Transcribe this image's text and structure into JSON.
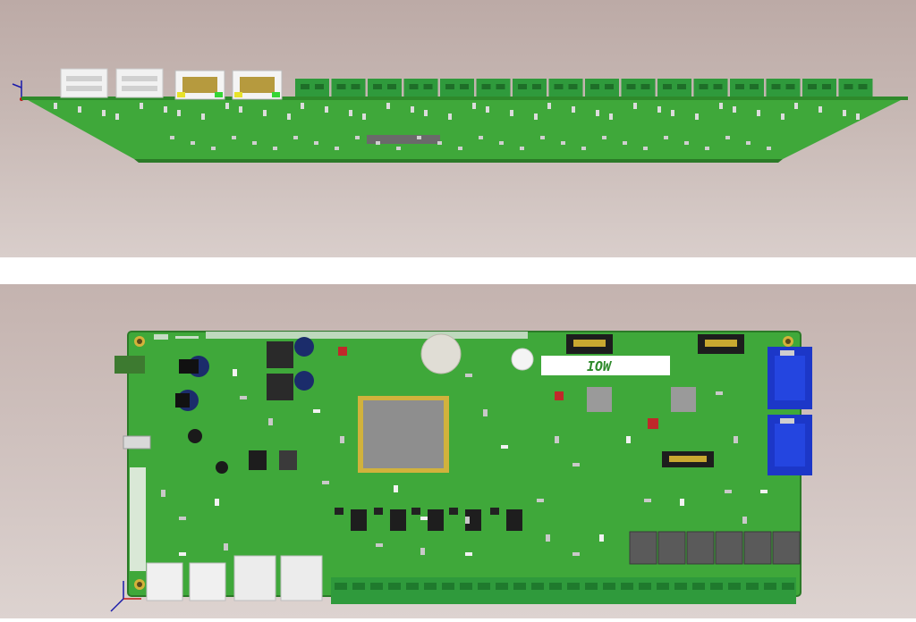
{
  "views": [
    {
      "name": "side-elevation-view",
      "label": ""
    },
    {
      "name": "top-plan-view",
      "label": ""
    }
  ],
  "board": {
    "silkscreen_marking": "IOW",
    "colors": {
      "pcb": "#3fa83a",
      "pcb_dark": "#2e8a2b",
      "pcb_edge": "#2b7a27",
      "terminal_green": "#2f9a3c",
      "vga_blue": "#1c37c8",
      "chip": "#8e8e8e",
      "connector_silver": "#e6e6e6",
      "relay_gray": "#5a5a5a"
    }
  },
  "icons": {
    "axis_triad": "axis-triad-icon"
  }
}
